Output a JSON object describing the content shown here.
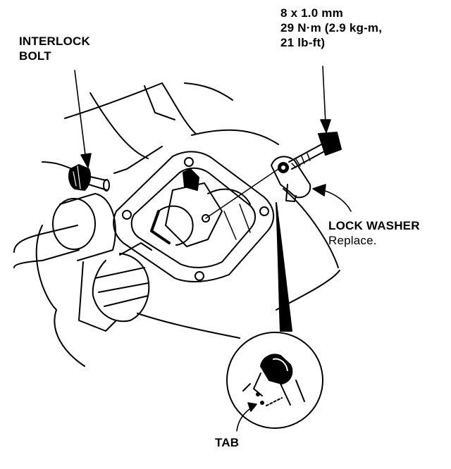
{
  "labels": {
    "interlock_bolt": [
      "INTERLOCK",
      "BOLT"
    ],
    "bolt_spec": [
      "8 x 1.0 mm",
      "29 N·m (2.9 kg-m,",
      "21 lb-ft)"
    ],
    "lock_washer": "LOCK WASHER",
    "lock_washer_note": "Replace.",
    "tab": "TAB"
  },
  "colors": {
    "ink": "#000000",
    "paper": "#ffffff"
  }
}
